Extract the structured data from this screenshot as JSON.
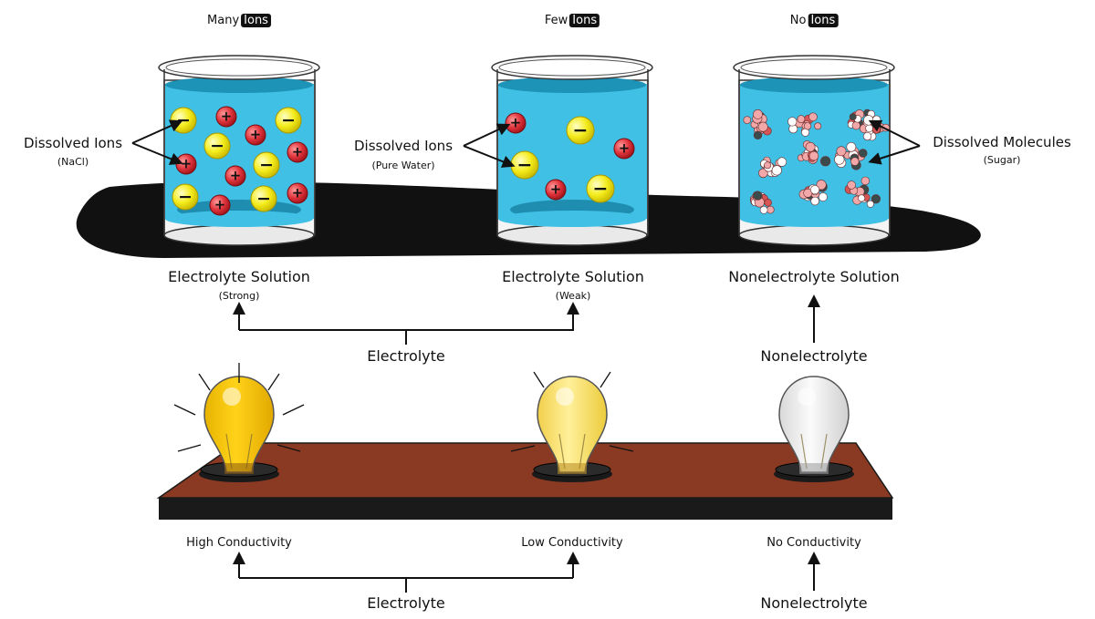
{
  "headers": {
    "many": {
      "word": "Many",
      "tag": "Ions"
    },
    "few": {
      "word": "Few",
      "tag": "Ions"
    },
    "no": {
      "word": "No",
      "tag": "Ions"
    }
  },
  "callouts": {
    "nacl": {
      "title": "Dissolved Ions",
      "sub": "(NaCl)"
    },
    "water": {
      "title": "Dissolved Ions",
      "sub": "(Pure Water)"
    },
    "sugar": {
      "title": "Dissolved Molecules",
      "sub": "(Sugar)"
    }
  },
  "solutions": {
    "strong": {
      "title": "Electrolyte Solution",
      "sub": "(Strong)"
    },
    "weak": {
      "title": "Electrolyte Solution",
      "sub": "(Weak)"
    },
    "non": {
      "title": "Nonelectrolyte Solution"
    }
  },
  "groups_top": {
    "electrolyte": "Electrolyte",
    "nonelectrolyte": "Nonelectrolyte"
  },
  "conductivity": {
    "high": "High Conductivity",
    "low": "Low Conductivity",
    "none": "No Conductivity"
  },
  "groups_bottom": {
    "electrolyte": "Electrolyte",
    "nonelectrolyte": "Nonelectrolyte"
  },
  "ion_symbols": {
    "positive": "+",
    "negative": "−"
  },
  "colors": {
    "water": "#3fc0e4",
    "positive_ion": "#e0343c",
    "negative_ion": "#f4ec1c",
    "board": "#8a3a22",
    "shadow": "#111111",
    "bulb_bright": "#f2c400",
    "bulb_dim": "#f7df6b",
    "bulb_off": "#e6e6e6"
  }
}
